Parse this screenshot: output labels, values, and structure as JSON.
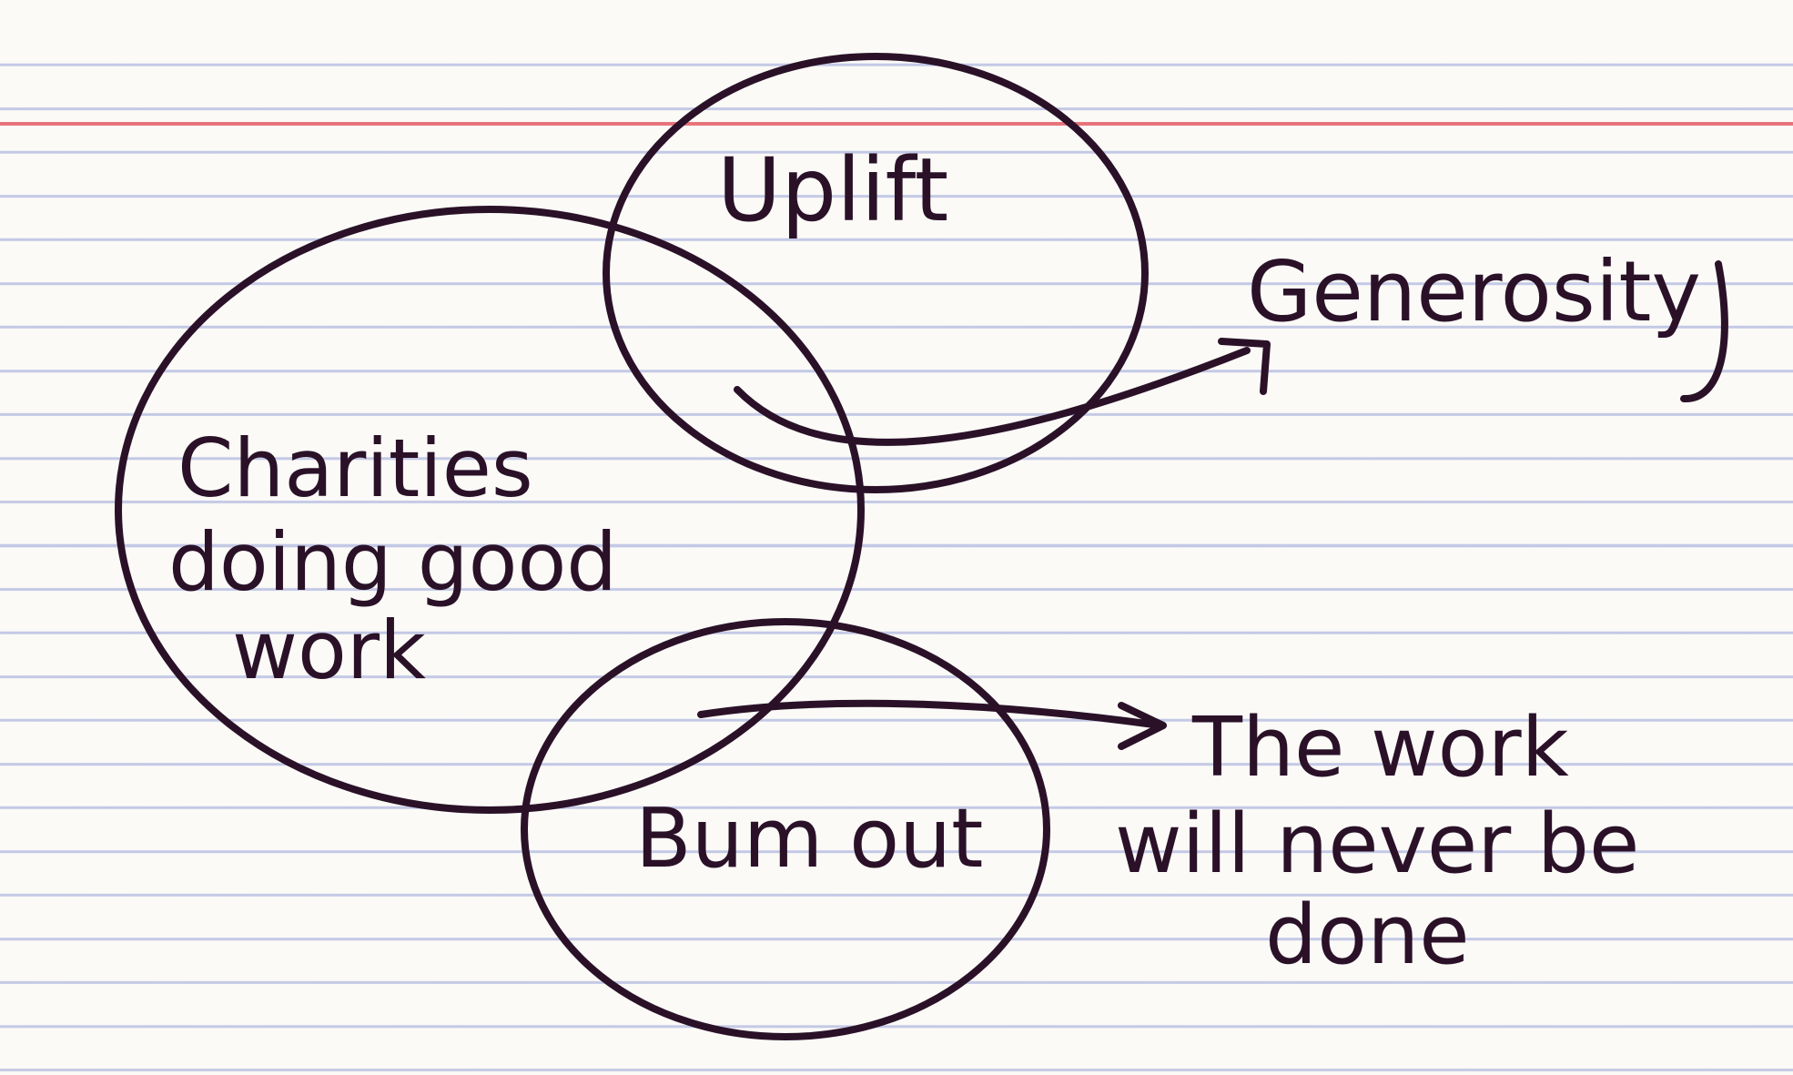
{
  "diagram": {
    "circles": {
      "charities": {
        "label_lines": [
          "Charities",
          "doing good",
          "work"
        ]
      },
      "uplift": {
        "label": "Uplift"
      },
      "burnout": {
        "label": "Bum out"
      }
    },
    "outcomes": {
      "generosity": {
        "label": "Generosity"
      },
      "work_never_done": {
        "label_lines": [
          "The work",
          "will never be",
          "done"
        ]
      }
    }
  },
  "colors": {
    "ink": "#2a1128",
    "paper": "#fbfaf7",
    "rule_blue": "#969fd7",
    "rule_red": "#e8747a"
  }
}
